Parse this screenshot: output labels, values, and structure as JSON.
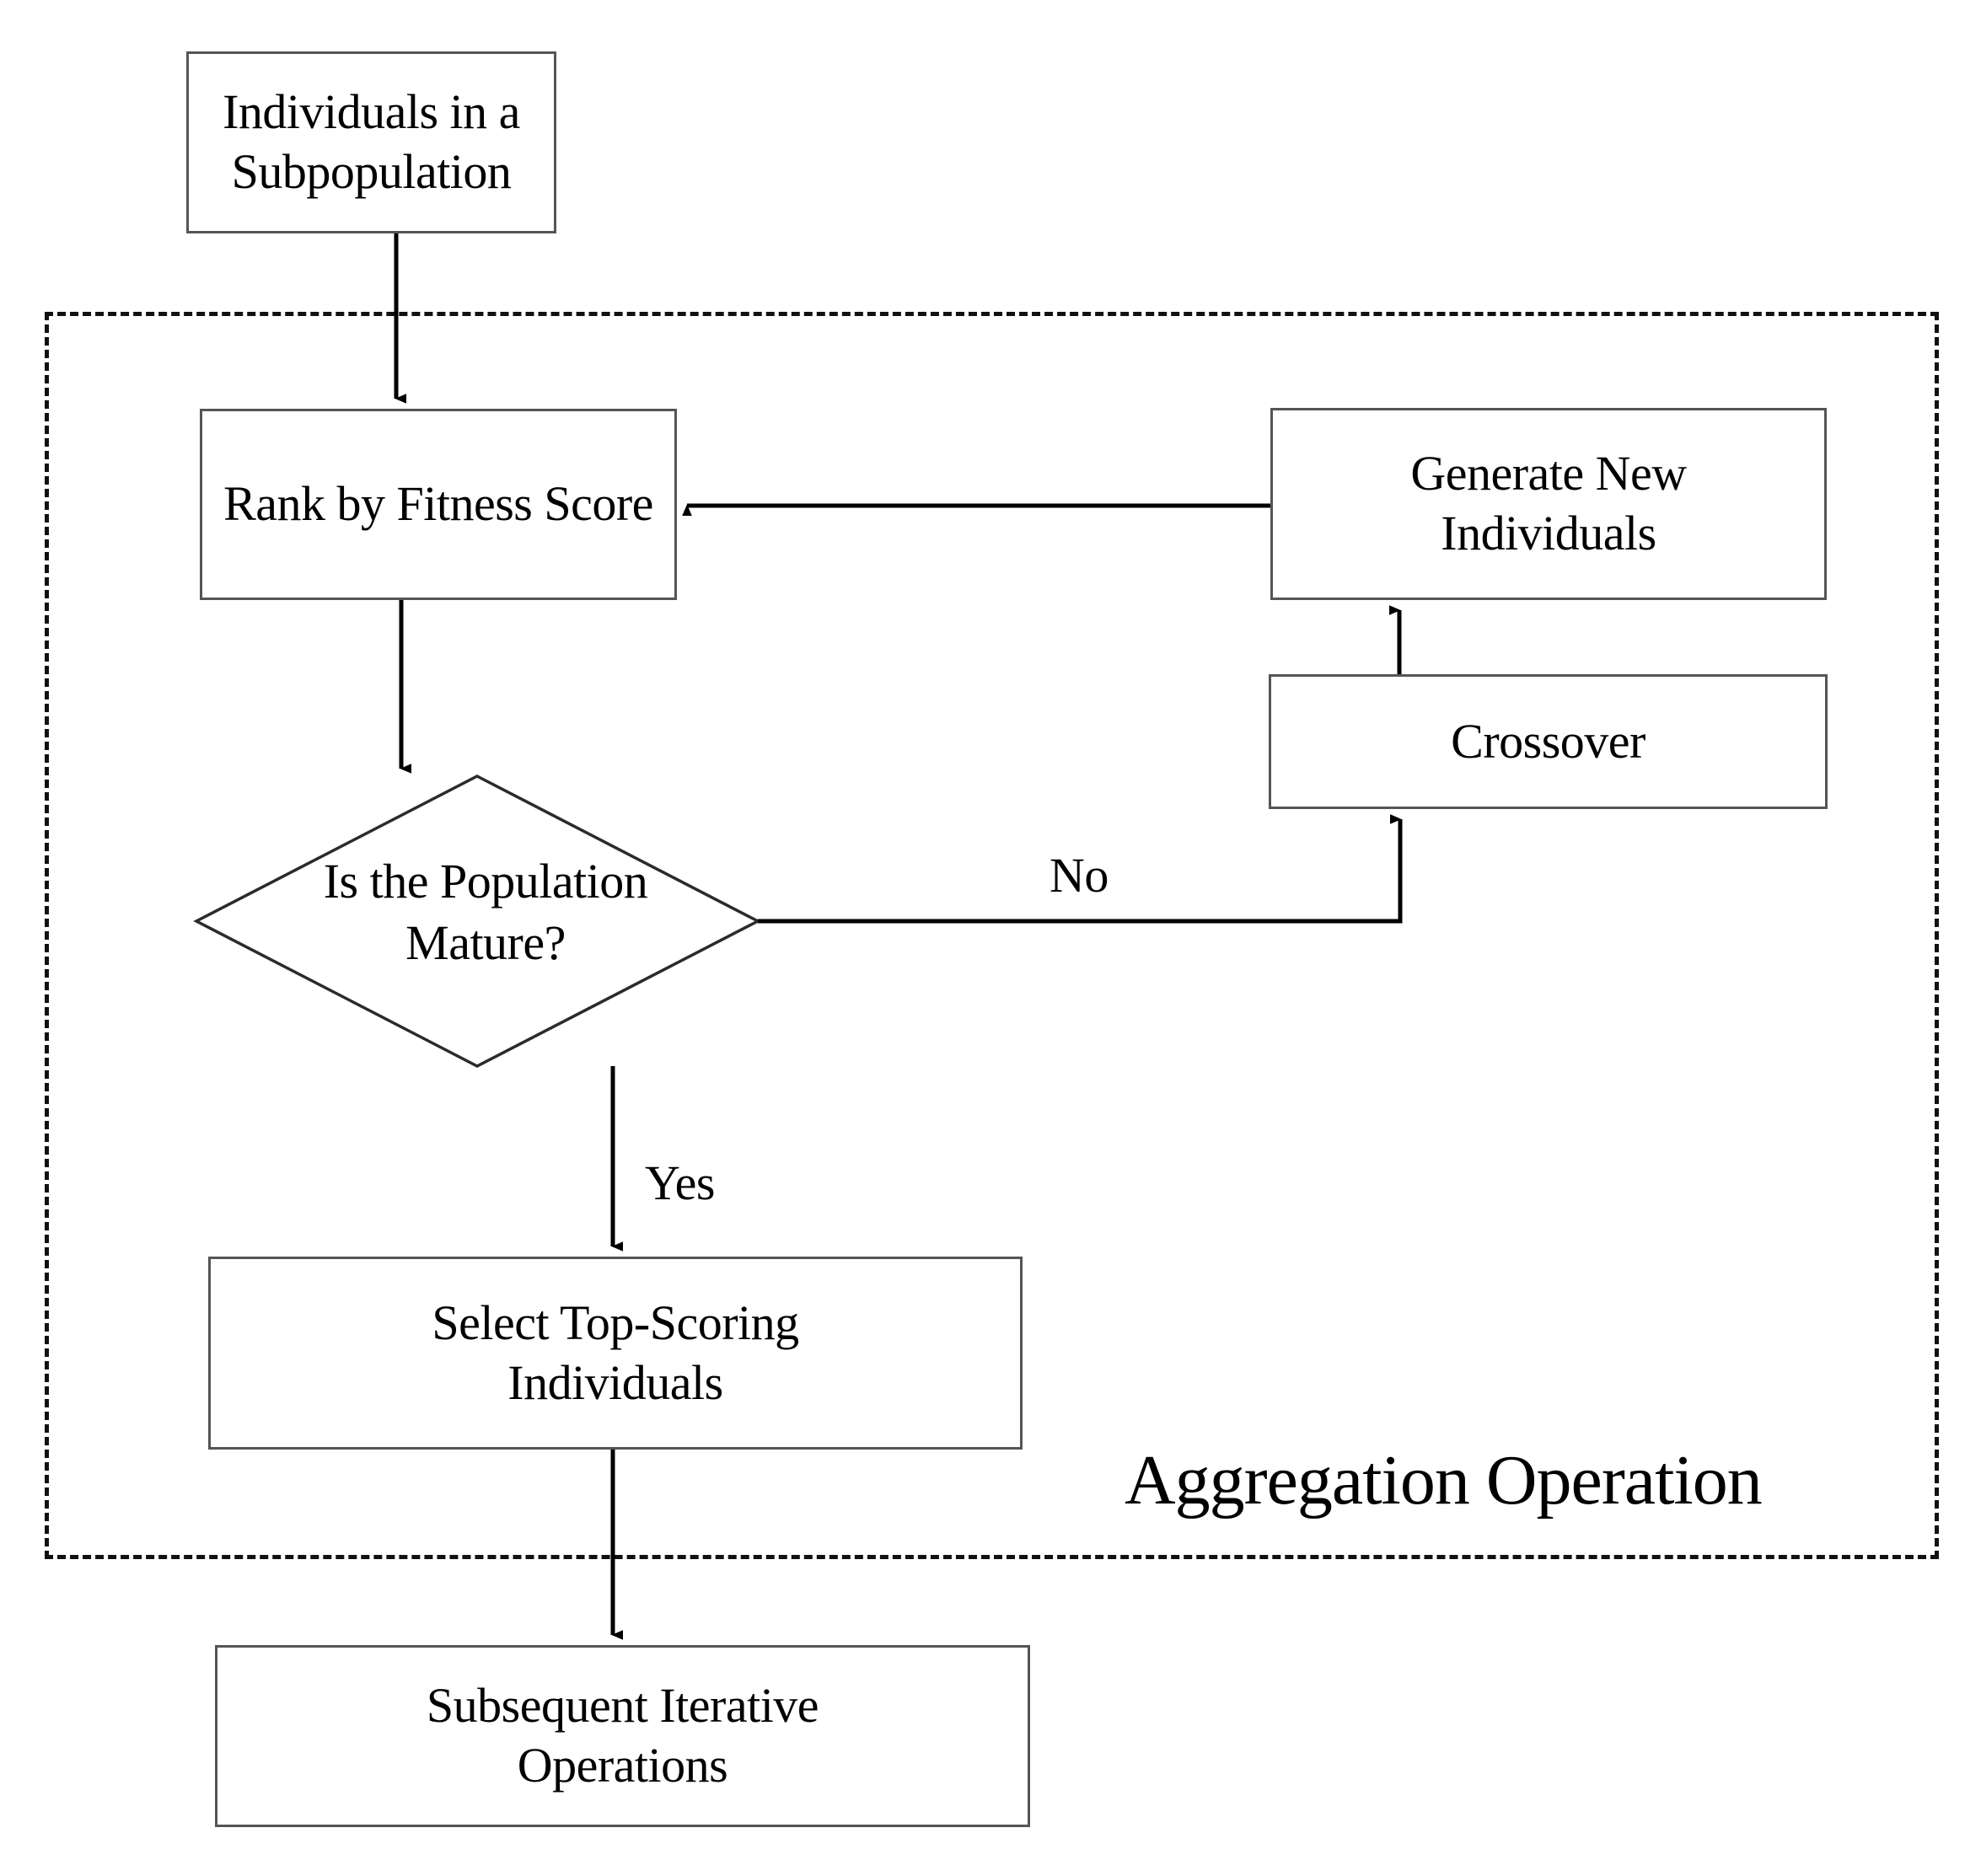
{
  "diagram": {
    "type": "flowchart",
    "title": "Aggregation Operation",
    "background_color": "#ffffff",
    "stroke_color": "#555555",
    "line_color": "#000000",
    "text_color": "#000000",
    "group": {
      "caption": "Aggregation Operation",
      "border_style": "dashed"
    },
    "nodes": [
      {
        "id": "input",
        "shape": "rectangle",
        "label": "Individuals in a\nSubpopulation"
      },
      {
        "id": "rank",
        "shape": "rectangle",
        "label": "Rank by Fitness Score"
      },
      {
        "id": "generate",
        "shape": "rectangle",
        "label": "Generate New\nIndividuals"
      },
      {
        "id": "crossover",
        "shape": "rectangle",
        "label": "Crossover"
      },
      {
        "id": "decision",
        "shape": "diamond",
        "label": "Is the Population\nMature?"
      },
      {
        "id": "select",
        "shape": "rectangle",
        "label": "Select Top-Scoring\nIndividuals"
      },
      {
        "id": "output",
        "shape": "rectangle",
        "label": "Subsequent Iterative\nOperations"
      }
    ],
    "edges": [
      {
        "from": "input",
        "to": "rank",
        "label": ""
      },
      {
        "from": "rank",
        "to": "decision",
        "label": ""
      },
      {
        "from": "decision",
        "to": "crossover",
        "label": "No"
      },
      {
        "from": "crossover",
        "to": "generate",
        "label": ""
      },
      {
        "from": "generate",
        "to": "rank",
        "label": ""
      },
      {
        "from": "decision",
        "to": "select",
        "label": "Yes"
      },
      {
        "from": "select",
        "to": "output",
        "label": ""
      }
    ],
    "edge_labels": {
      "no": "No",
      "yes": "Yes"
    }
  }
}
